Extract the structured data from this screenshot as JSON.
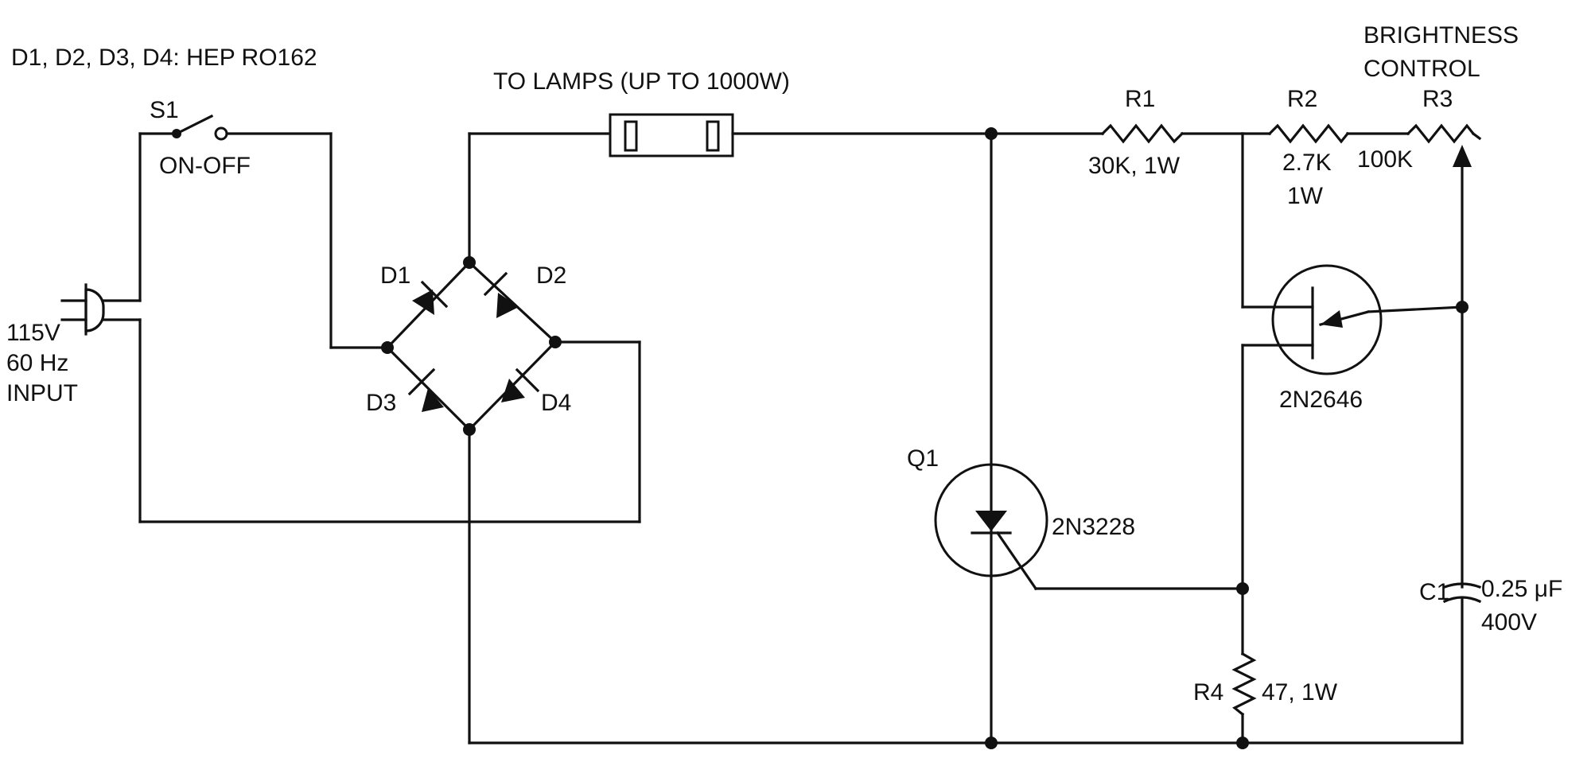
{
  "note": "D1, D2, D3, D4: HEP RO162",
  "switch": {
    "ref": "S1",
    "label": "ON-OFF"
  },
  "input": {
    "line1": "115V",
    "line2": "60 Hz",
    "line3": "INPUT"
  },
  "lamps_label": "TO LAMPS (UP TO 1000W)",
  "diodes": {
    "d1": "D1",
    "d2": "D2",
    "d3": "D3",
    "d4": "D4"
  },
  "r1": {
    "ref": "R1",
    "value": "30K, 1W"
  },
  "r2": {
    "ref": "R2",
    "value_line1": "2.7K",
    "value_line2": "1W"
  },
  "r3": {
    "title_line1": "BRIGHTNESS",
    "title_line2": "CONTROL",
    "ref": "R3",
    "value": "100K"
  },
  "ujt": {
    "part": "2N2646"
  },
  "q1": {
    "ref": "Q1",
    "part": "2N3228"
  },
  "c1": {
    "ref": "C1",
    "value_line1": "0.25 μF",
    "value_line2": "400V"
  },
  "r4": {
    "ref": "R4",
    "value": "47, 1W"
  }
}
